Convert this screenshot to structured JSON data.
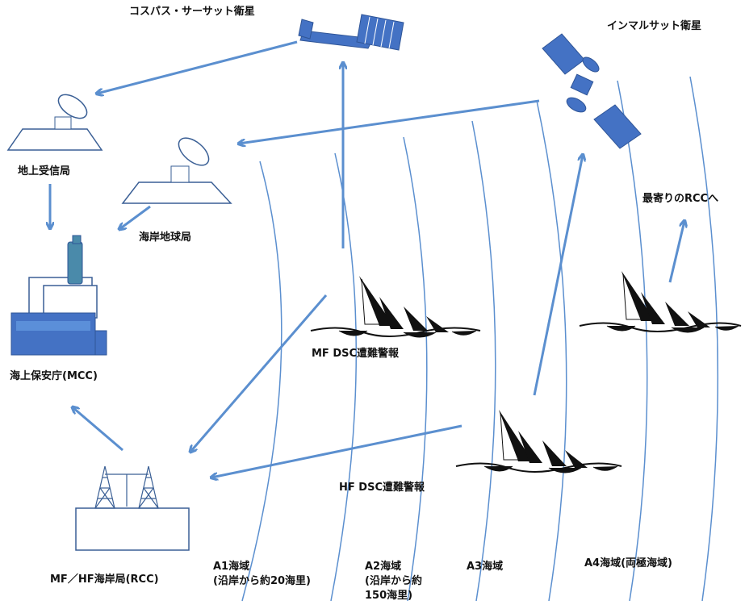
{
  "satellites": {
    "cospas_sarsat": "コスパス・サーサット衛星",
    "inmarsat": "インマルサット衛星"
  },
  "stations": {
    "lut": "地上受信局",
    "coast_earth_station": "海岸地球局",
    "mcc": "海上保安庁(MCC)",
    "mf_hf_coast_station": "MF／HF海岸局(RCC)",
    "nearest_rcc": "最寄りのRCCへ"
  },
  "ships": {
    "mf_dsc": "MF DSC遭難警報",
    "hf_dsc": "HF DSC遭難警報"
  },
  "sea_areas": {
    "a1": "A1海域\n(沿岸から約20海里)",
    "a2": "A2海域\n(沿岸から約\n150海里)",
    "a3": "A3海域",
    "a4": "A4海域(両極海域)"
  },
  "colors": {
    "arrow": "#5b8fcf",
    "arc": "#5b8fcf",
    "satellite": "#4472c4",
    "building": "#4472c4"
  }
}
